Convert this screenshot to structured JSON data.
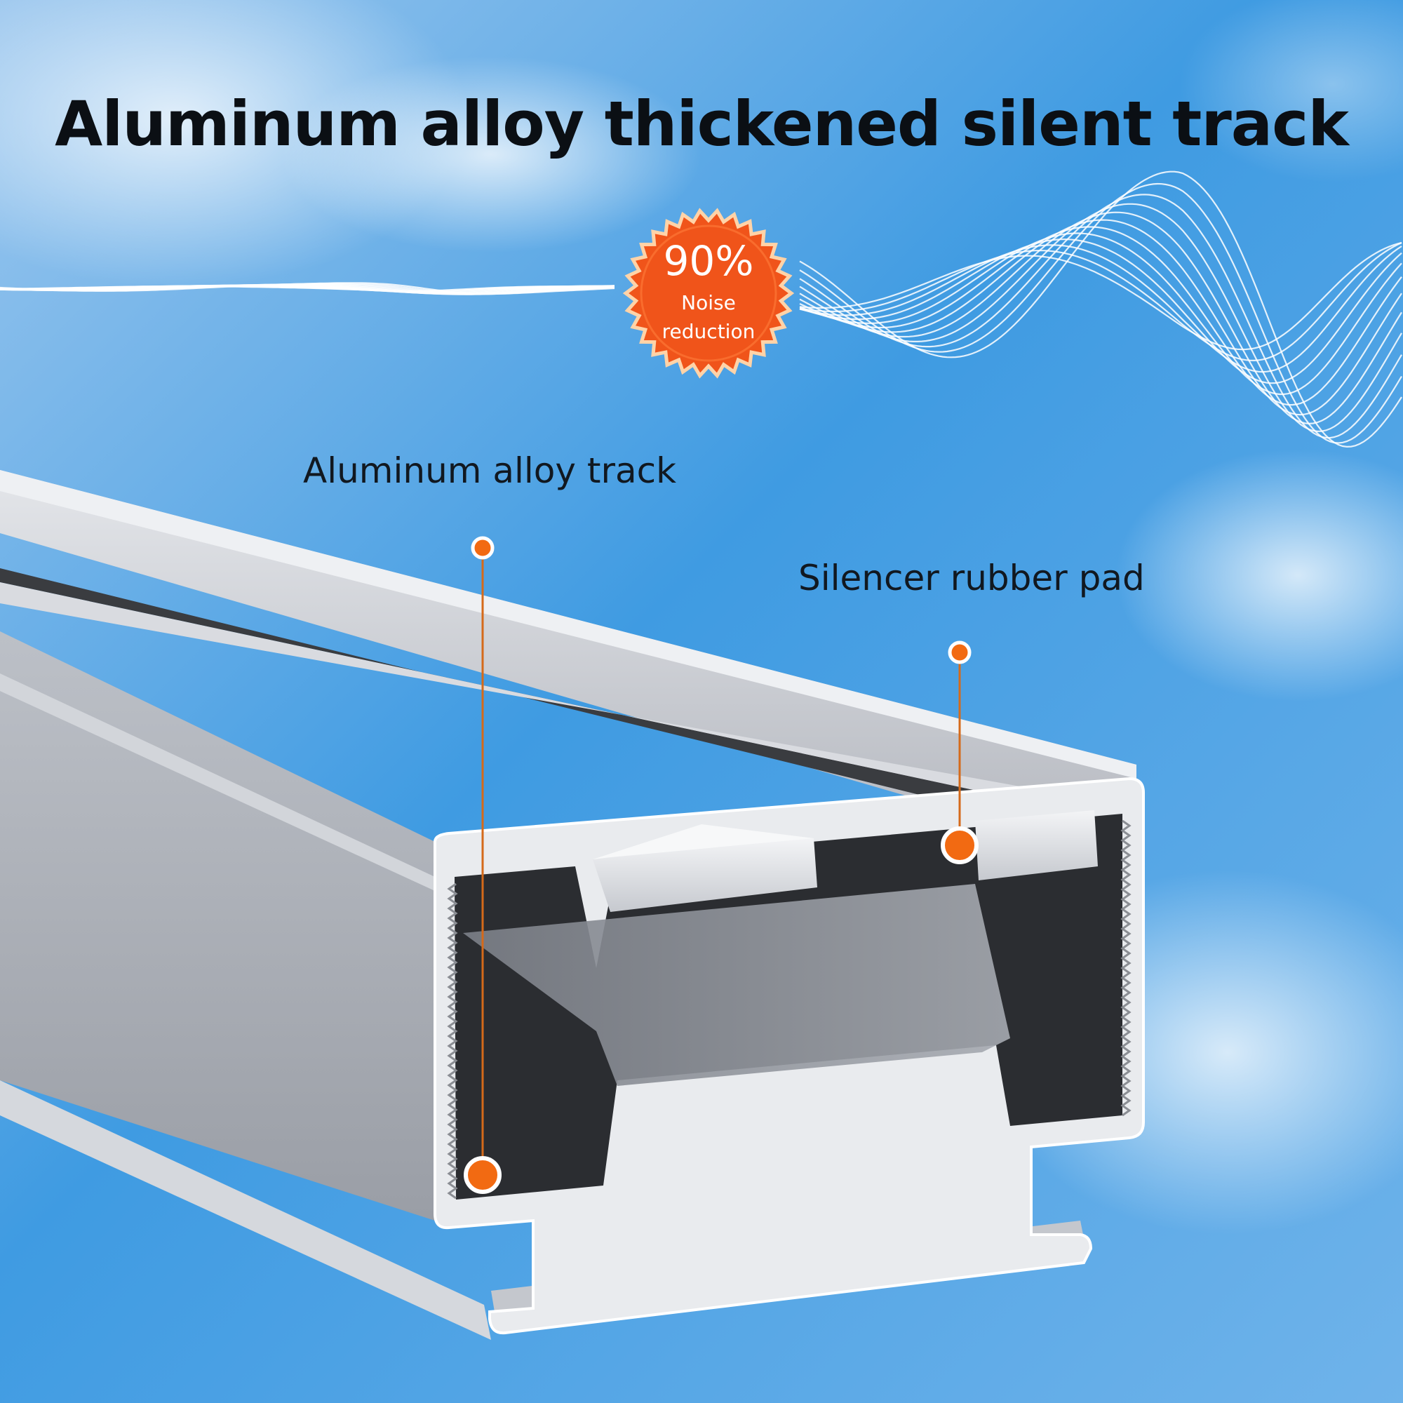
{
  "headline": "Aluminum alloy thickened silent track",
  "badge": {
    "percent": "90%",
    "line1": "Noise",
    "line2": "reduction",
    "color": "#f0541a"
  },
  "callouts": {
    "track_label": "Aluminum alloy track",
    "pad_label": "Silencer rubber pad"
  },
  "colors": {
    "sky_top": "#7fb6e6",
    "sky_bottom": "#2e8fdc",
    "aluminum": "#c9ccd2",
    "rubber": "#2b2d31",
    "marker": "#f26a12"
  }
}
